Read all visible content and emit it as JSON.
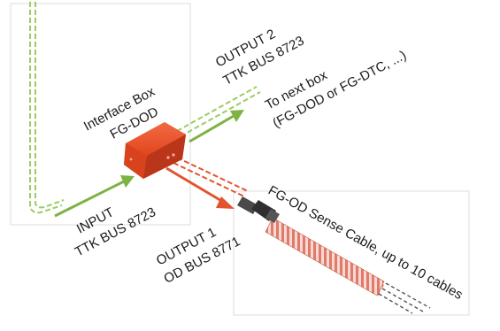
{
  "labels": {
    "interface_box_line1": "Interface Box",
    "interface_box_line2": "FG-DOD",
    "output2_line1": "OUTPUT 2",
    "output2_line2": "TTK BUS 8723",
    "next_box_line1": "To next box",
    "next_box_line2": "(FG-DOD or FG-DTC, ...)",
    "input_line1": "INPUT",
    "input_line2": "TTK BUS 8723",
    "output1_line1": "OUTPUT 1",
    "output1_line2": "OD BUS 8771",
    "sense_cable": "FG-OD Sense Cable, up to 10 cables"
  },
  "colors": {
    "ttk_bus_green": "#7cb342",
    "od_bus_red": "#e2542e",
    "box_red": "#e84a23",
    "cable_dark": "#3a3a3a",
    "cable_stripe": "#e07a6a",
    "frame_gray": "#d9d9d9"
  },
  "icons": [
    "interface-box-icon",
    "sense-cable-icon",
    "arrow-icon"
  ]
}
